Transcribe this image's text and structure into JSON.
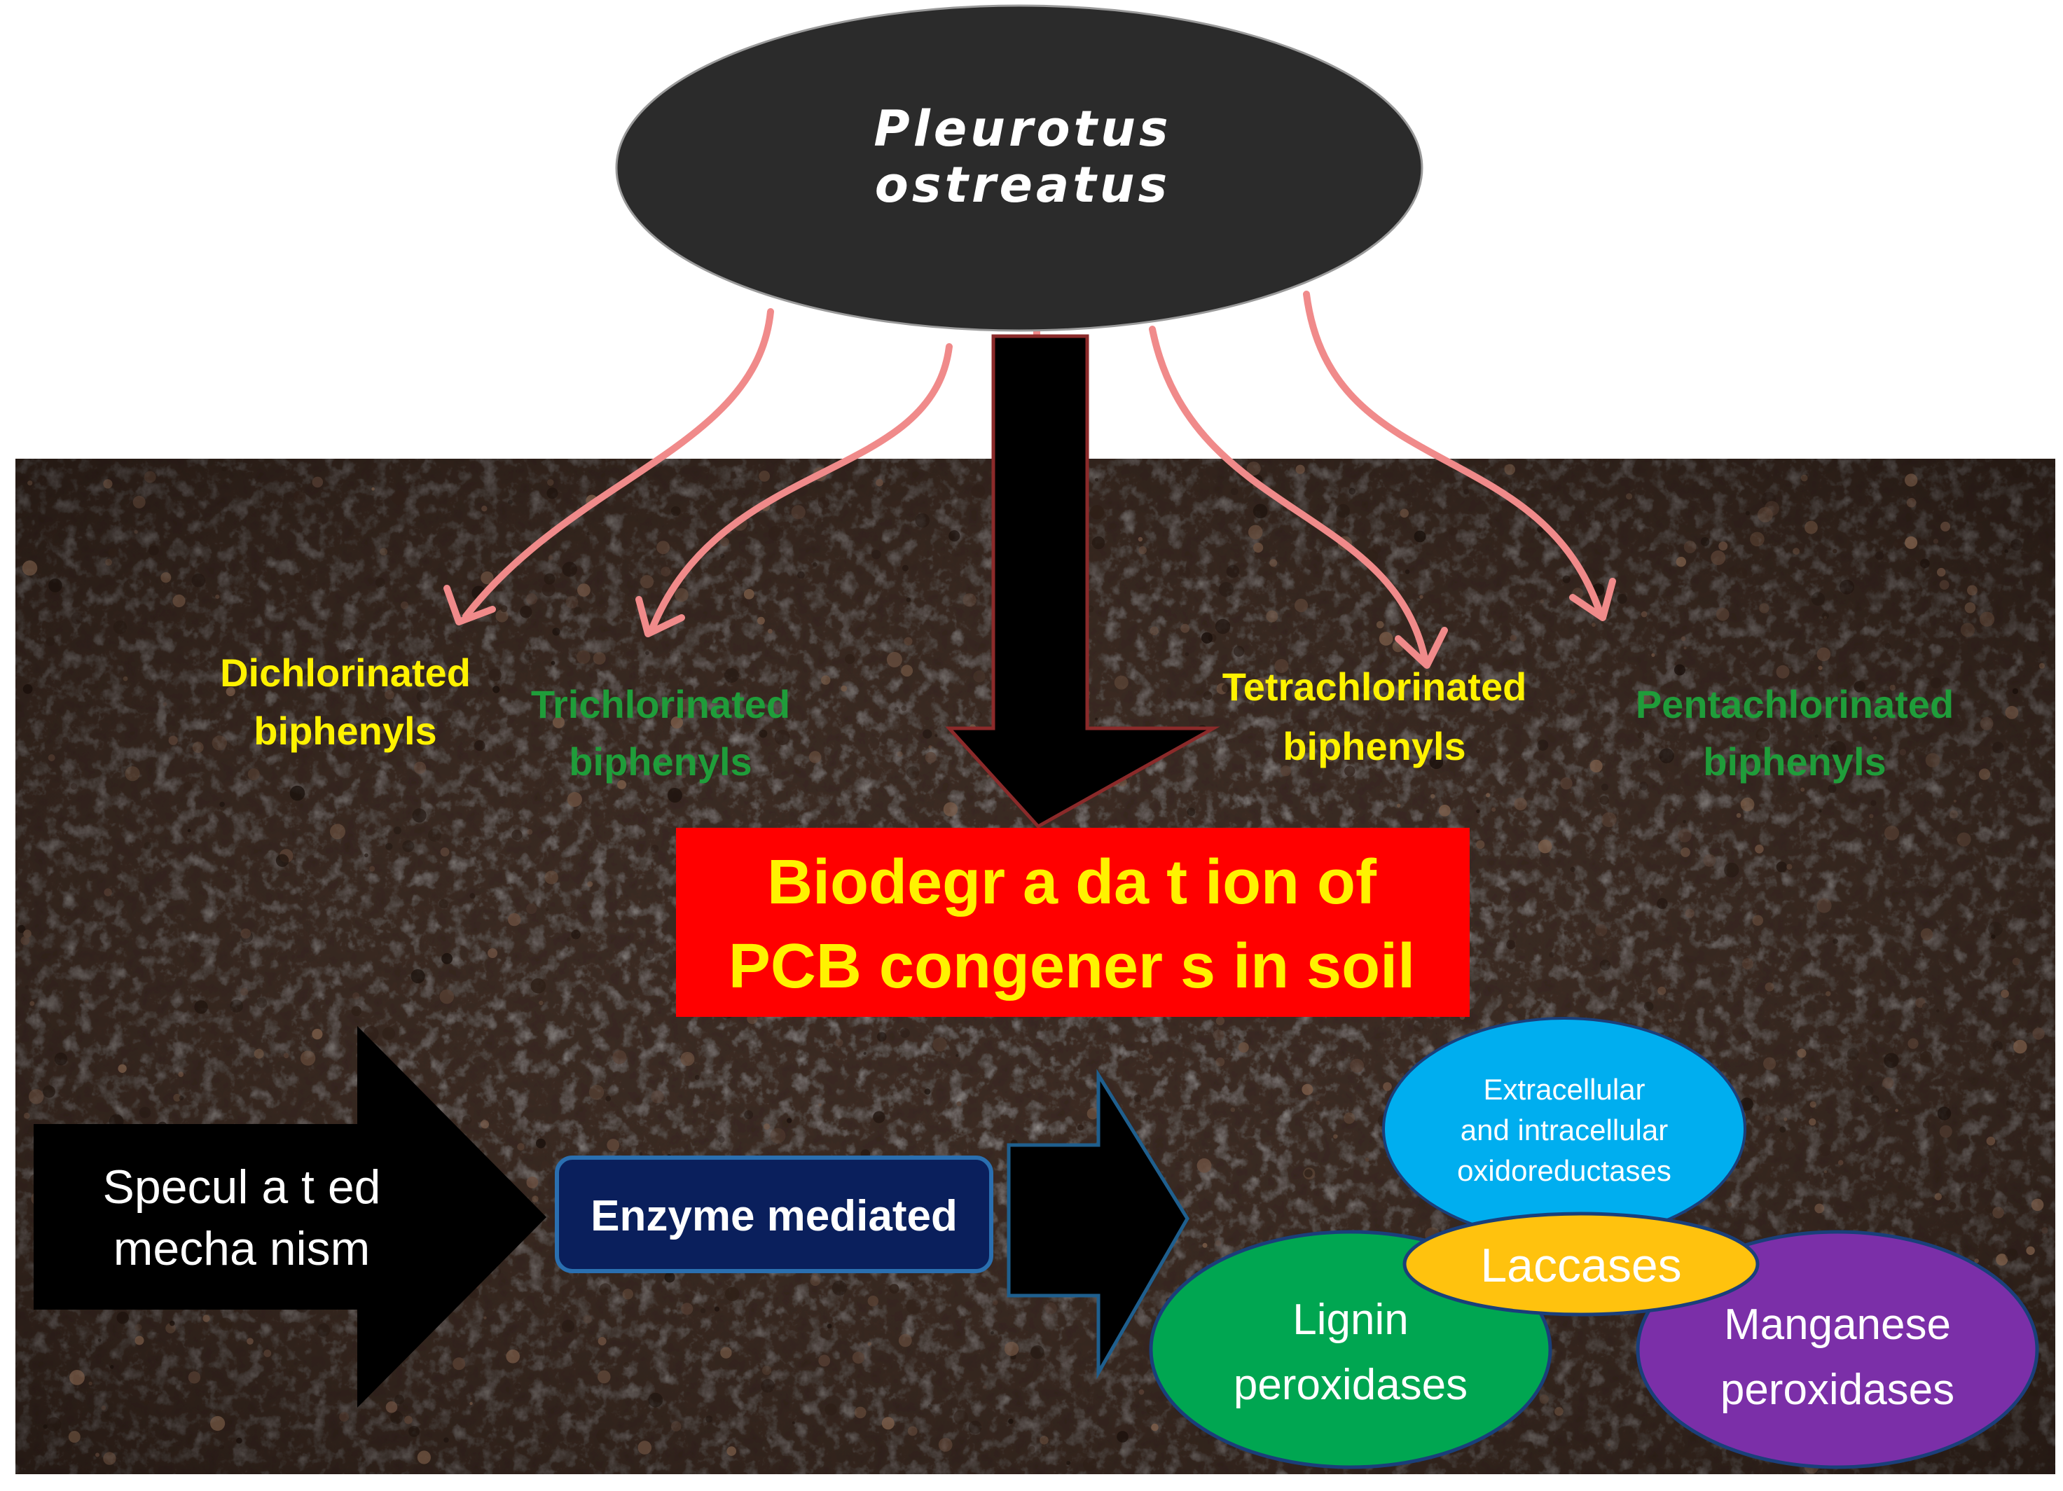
{
  "organism": {
    "line1": "Pleurotus",
    "line2": "ostreatus"
  },
  "congeners": [
    {
      "line1": "Dichlorinated",
      "line2": "biphenyls",
      "color": "#fff200"
    },
    {
      "line1": "Trichlorinated",
      "line2": "biphenyls",
      "color": "#1f9d3a"
    },
    {
      "line1": "Tetrachlorinated",
      "line2": "biphenyls",
      "color": "#fff200"
    },
    {
      "line1": "Pentachlorinated",
      "line2": "biphenyls",
      "color": "#1f9d3a"
    }
  ],
  "biodegradation": {
    "line1": "Biodegr a da t ion of",
    "line2": "PCB congener s in soil"
  },
  "mechanism": {
    "label_line1": "Specul a t ed",
    "label_line2": "mecha nism",
    "enzyme_mediated": "Enzyme mediated"
  },
  "enzymes": {
    "oxidoreductases": {
      "line1": "Extracellular",
      "line2": "and intracellular",
      "line3": "oxidoreductases"
    },
    "laccases": "Laccases",
    "lignin": {
      "line1": "Lignin",
      "line2": "peroxidases"
    },
    "manganese": {
      "line1": "Manganese",
      "line2": "peroxidases"
    }
  },
  "colors": {
    "soil": "#3a2a22",
    "organism_fill": "#2b2b2b",
    "curve_arrow": "#f08a8a",
    "big_arrow_fill": "#000000",
    "big_arrow_stroke": "#8b2a2a",
    "banner_fill": "#ff0000",
    "banner_text": "#fff200",
    "enzyme_box_fill": "#0a1f5c",
    "enzyme_box_stroke": "#2a6fb0",
    "oxidoreductase_fill": "#00aeef",
    "laccase_fill": "#ffc20e",
    "lignin_fill": "#00a651",
    "manganese_fill": "#7b2fa8"
  }
}
